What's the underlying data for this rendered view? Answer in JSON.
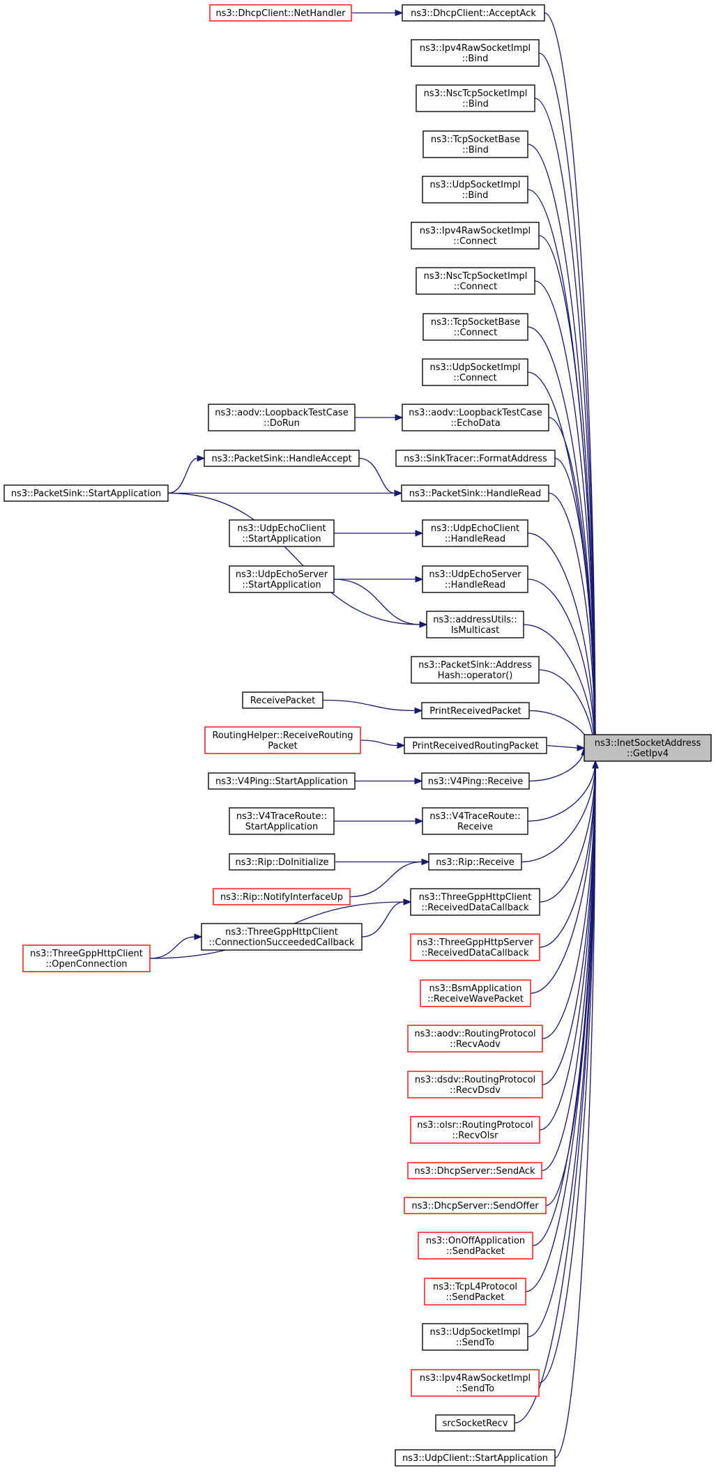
{
  "graph": {
    "target": {
      "id": "T",
      "lines": [
        "ns3::InetSocketAddress",
        "::GetIpv4"
      ]
    },
    "nodes": [
      {
        "id": "acceptack",
        "lines": [
          "ns3::DhcpClient::AcceptAck"
        ],
        "border": "black"
      },
      {
        "id": "netHandler",
        "lines": [
          "ns3::DhcpClient::NetHandler"
        ],
        "border": "red"
      },
      {
        "id": "ipv4raw_bind",
        "lines": [
          "ns3::Ipv4RawSocketImpl",
          "::Bind"
        ],
        "border": "black"
      },
      {
        "id": "nsctcp_bind",
        "lines": [
          "ns3::NscTcpSocketImpl",
          "::Bind"
        ],
        "border": "black"
      },
      {
        "id": "tcpbase_bind",
        "lines": [
          "ns3::TcpSocketBase",
          "::Bind"
        ],
        "border": "black"
      },
      {
        "id": "udpsock_bind",
        "lines": [
          "ns3::UdpSocketImpl",
          "::Bind"
        ],
        "border": "black"
      },
      {
        "id": "ipv4raw_conn",
        "lines": [
          "ns3::Ipv4RawSocketImpl",
          "::Connect"
        ],
        "border": "black"
      },
      {
        "id": "nsctcp_conn",
        "lines": [
          "ns3::NscTcpSocketImpl",
          "::Connect"
        ],
        "border": "black"
      },
      {
        "id": "tcpbase_conn",
        "lines": [
          "ns3::TcpSocketBase",
          "::Connect"
        ],
        "border": "black"
      },
      {
        "id": "udpsock_conn",
        "lines": [
          "ns3::UdpSocketImpl",
          "::Connect"
        ],
        "border": "black"
      },
      {
        "id": "echodata",
        "lines": [
          "ns3::aodv::LoopbackTestCase",
          "::EchoData"
        ],
        "border": "black"
      },
      {
        "id": "dorun",
        "lines": [
          "ns3::aodv::LoopbackTestCase",
          "::DoRun"
        ],
        "border": "black"
      },
      {
        "id": "sinktracer",
        "lines": [
          "ns3::SinkTracer::FormatAddress"
        ],
        "border": "black"
      },
      {
        "id": "handleaccept",
        "lines": [
          "ns3::PacketSink::HandleAccept"
        ],
        "border": "black"
      },
      {
        "id": "startapp_sink",
        "lines": [
          "ns3::PacketSink::StartApplication"
        ],
        "border": "black"
      },
      {
        "id": "handleread_sink",
        "lines": [
          "ns3::PacketSink::HandleRead"
        ],
        "border": "black"
      },
      {
        "id": "echoclient_start",
        "lines": [
          "ns3::UdpEchoClient",
          "::StartApplication"
        ],
        "border": "black"
      },
      {
        "id": "echoclient_read",
        "lines": [
          "ns3::UdpEchoClient",
          "::HandleRead"
        ],
        "border": "black"
      },
      {
        "id": "echoserver_start",
        "lines": [
          "ns3::UdpEchoServer",
          "::StartApplication"
        ],
        "border": "black"
      },
      {
        "id": "echoserver_read",
        "lines": [
          "ns3::UdpEchoServer",
          "::HandleRead"
        ],
        "border": "black"
      },
      {
        "id": "ismulticast",
        "lines": [
          "ns3::addressUtils::",
          "IsMulticast"
        ],
        "border": "black"
      },
      {
        "id": "addrhash",
        "lines": [
          "ns3::PacketSink::Address",
          "Hash::operator()"
        ],
        "border": "black"
      },
      {
        "id": "receivepacket",
        "lines": [
          "ReceivePacket"
        ],
        "border": "black"
      },
      {
        "id": "printreceived",
        "lines": [
          "PrintReceivedPacket"
        ],
        "border": "black"
      },
      {
        "id": "routinghelper",
        "lines": [
          "RoutingHelper::ReceiveRouting",
          "Packet"
        ],
        "border": "red"
      },
      {
        "id": "printrouting",
        "lines": [
          "PrintReceivedRoutingPacket"
        ],
        "border": "black"
      },
      {
        "id": "v4ping_start",
        "lines": [
          "ns3::V4Ping::StartApplication"
        ],
        "border": "black"
      },
      {
        "id": "v4ping_recv",
        "lines": [
          "ns3::V4Ping::Receive"
        ],
        "border": "black"
      },
      {
        "id": "v4trace_start",
        "lines": [
          "ns3::V4TraceRoute::",
          "StartApplication"
        ],
        "border": "black"
      },
      {
        "id": "v4trace_recv",
        "lines": [
          "ns3::V4TraceRoute::",
          "Receive"
        ],
        "border": "black"
      },
      {
        "id": "rip_init",
        "lines": [
          "ns3::Rip::DoInitialize"
        ],
        "border": "black"
      },
      {
        "id": "rip_notify",
        "lines": [
          "ns3::Rip::NotifyInterfaceUp"
        ],
        "border": "red"
      },
      {
        "id": "rip_recv",
        "lines": [
          "ns3::Rip::Receive"
        ],
        "border": "black"
      },
      {
        "id": "http_client_recv",
        "lines": [
          "ns3::ThreeGppHttpClient",
          "::ReceivedDataCallback"
        ],
        "border": "black"
      },
      {
        "id": "http_conn_succ",
        "lines": [
          "ns3::ThreeGppHttpClient",
          "::ConnectionSucceededCallback"
        ],
        "border": "black"
      },
      {
        "id": "http_openconn",
        "lines": [
          "ns3::ThreeGppHttpClient",
          "::OpenConnection"
        ],
        "border": "red"
      },
      {
        "id": "http_server_recv",
        "lines": [
          "ns3::ThreeGppHttpServer",
          "::ReceivedDataCallback"
        ],
        "border": "red"
      },
      {
        "id": "bsm",
        "lines": [
          "ns3::BsmApplication",
          "::ReceiveWavePacket"
        ],
        "border": "red"
      },
      {
        "id": "aodv_recv",
        "lines": [
          "ns3::aodv::RoutingProtocol",
          "::RecvAodv"
        ],
        "border": "red"
      },
      {
        "id": "dsdv_recv",
        "lines": [
          "ns3::dsdv::RoutingProtocol",
          "::RecvDsdv"
        ],
        "border": "red"
      },
      {
        "id": "olsr_recv",
        "lines": [
          "ns3::olsr::RoutingProtocol",
          "::RecvOlsr"
        ],
        "border": "red"
      },
      {
        "id": "dhcp_sendack",
        "lines": [
          "ns3::DhcpServer::SendAck"
        ],
        "border": "red"
      },
      {
        "id": "dhcp_sendoffer",
        "lines": [
          "ns3::DhcpServer::SendOffer"
        ],
        "border": "red"
      },
      {
        "id": "onoff_send",
        "lines": [
          "ns3::OnOffApplication",
          "::SendPacket"
        ],
        "border": "red"
      },
      {
        "id": "tcpl4_send",
        "lines": [
          "ns3::TcpL4Protocol",
          "::SendPacket"
        ],
        "border": "red"
      },
      {
        "id": "udpsock_sendto",
        "lines": [
          "ns3::UdpSocketImpl",
          "::SendTo"
        ],
        "border": "black"
      },
      {
        "id": "ipv4raw_sendto",
        "lines": [
          "ns3::Ipv4RawSocketImpl",
          "::SendTo"
        ],
        "border": "red"
      },
      {
        "id": "srcsocket",
        "lines": [
          "srcSocketRecv"
        ],
        "border": "black"
      },
      {
        "id": "udpclient_start",
        "lines": [
          "ns3::UdpClient::StartApplication"
        ],
        "border": "black"
      }
    ],
    "edges": [
      [
        "netHandler",
        "acceptack"
      ],
      [
        "dorun",
        "echodata"
      ],
      [
        "startapp_sink",
        "handleaccept"
      ],
      [
        "startapp_sink",
        "handleread_sink"
      ],
      [
        "startapp_sink",
        "ismulticast"
      ],
      [
        "handleaccept",
        "handleread_sink"
      ],
      [
        "echoclient_start",
        "echoclient_read"
      ],
      [
        "echoserver_start",
        "echoserver_read"
      ],
      [
        "echoserver_start",
        "ismulticast"
      ],
      [
        "receivepacket",
        "printreceived"
      ],
      [
        "routinghelper",
        "printrouting"
      ],
      [
        "v4ping_start",
        "v4ping_recv"
      ],
      [
        "v4trace_start",
        "v4trace_recv"
      ],
      [
        "rip_init",
        "rip_recv"
      ],
      [
        "rip_notify",
        "rip_recv"
      ],
      [
        "http_openconn",
        "http_conn_succ"
      ],
      [
        "http_conn_succ",
        "http_client_recv"
      ],
      [
        "http_openconn",
        "http_client_recv"
      ],
      [
        "acceptack",
        "T"
      ],
      [
        "ipv4raw_bind",
        "T"
      ],
      [
        "nsctcp_bind",
        "T"
      ],
      [
        "tcpbase_bind",
        "T"
      ],
      [
        "udpsock_bind",
        "T"
      ],
      [
        "ipv4raw_conn",
        "T"
      ],
      [
        "nsctcp_conn",
        "T"
      ],
      [
        "tcpbase_conn",
        "T"
      ],
      [
        "udpsock_conn",
        "T"
      ],
      [
        "echodata",
        "T"
      ],
      [
        "sinktracer",
        "T"
      ],
      [
        "handleread_sink",
        "T"
      ],
      [
        "echoclient_read",
        "T"
      ],
      [
        "echoserver_read",
        "T"
      ],
      [
        "ismulticast",
        "T"
      ],
      [
        "addrhash",
        "T"
      ],
      [
        "printreceived",
        "T"
      ],
      [
        "printrouting",
        "T"
      ],
      [
        "v4ping_recv",
        "T"
      ],
      [
        "v4trace_recv",
        "T"
      ],
      [
        "rip_recv",
        "T"
      ],
      [
        "http_client_recv",
        "T"
      ],
      [
        "http_server_recv",
        "T"
      ],
      [
        "bsm",
        "T"
      ],
      [
        "aodv_recv",
        "T"
      ],
      [
        "dsdv_recv",
        "T"
      ],
      [
        "olsr_recv",
        "T"
      ],
      [
        "dhcp_sendack",
        "T"
      ],
      [
        "dhcp_sendoffer",
        "T"
      ],
      [
        "onoff_send",
        "T"
      ],
      [
        "tcpl4_send",
        "T"
      ],
      [
        "udpsock_sendto",
        "T"
      ],
      [
        "ipv4raw_sendto",
        "T"
      ],
      [
        "srcsocket",
        "T"
      ],
      [
        "udpclient_start",
        "T"
      ]
    ]
  }
}
